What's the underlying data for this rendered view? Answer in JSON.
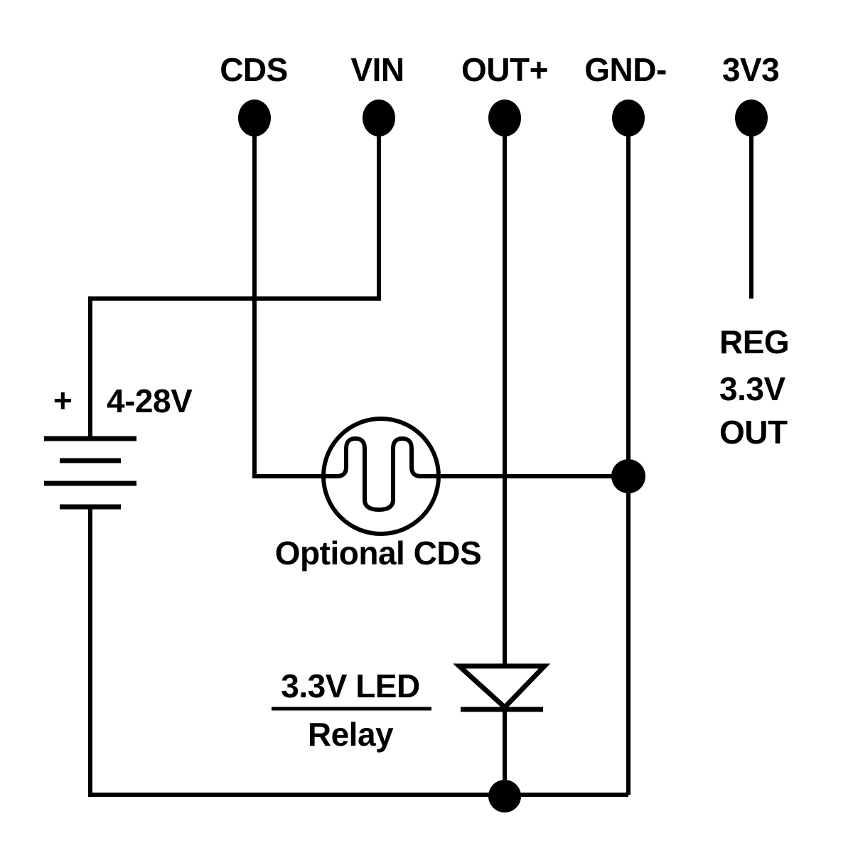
{
  "colors": {
    "background": "#ffffff",
    "ink": "#000000"
  },
  "terminals": [
    {
      "id": "cds",
      "label": "CDS"
    },
    {
      "id": "vin",
      "label": "VIN"
    },
    {
      "id": "out",
      "label": "OUT+"
    },
    {
      "id": "gnd",
      "label": "GND-"
    },
    {
      "id": "3v3",
      "label": "3V3"
    }
  ],
  "battery": {
    "polarity": "+",
    "voltage_range": "4-28V"
  },
  "photocell": {
    "label": "Optional CDS"
  },
  "load": {
    "line1": "3.3V LED",
    "line2": "Relay"
  },
  "regulator_output": {
    "line1": "REG",
    "line2": "3.3V",
    "line3": "OUT"
  }
}
